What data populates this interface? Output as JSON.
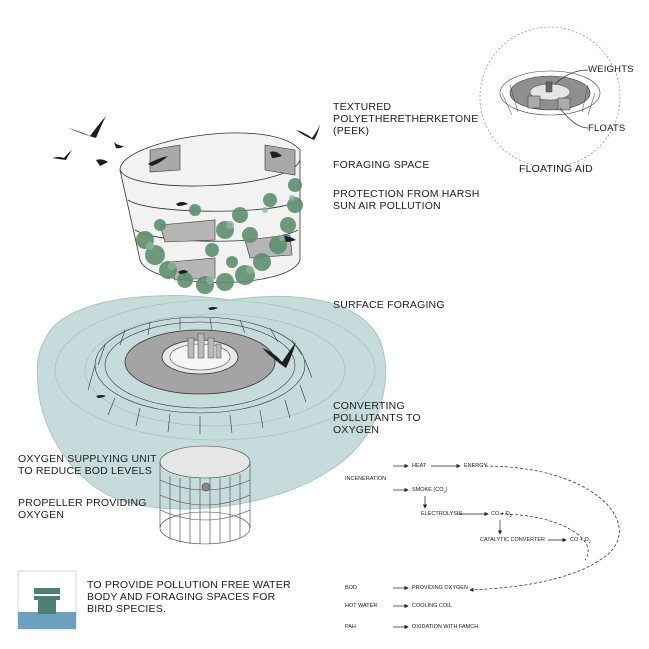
{
  "labels": {
    "peek": "TEXTURED\nPOLYETHERETHERKETONE\n(PEEK)",
    "foraging_space": "FORAGING SPACE",
    "protection": "PROTECTION FROM HARSH\nSUN AIR POLLUTION",
    "surface_foraging": "SURFACE FORAGING",
    "converting": "CONVERTING\nPOLLUTANTS TO\nOXYGEN",
    "oxygen_unit": "OXYGEN SUPPLYING UNIT\nTO REDUCE BOD LEVELS",
    "propeller": "PROPELLER PROVIDING\nOXYGEN",
    "summary": "TO PROVIDE POLLUTION FREE WATER\nBODY AND FORAGING SPACES FOR\nBIRD SPECIES.",
    "weights": "WEIGHTS",
    "floats": "FLOATS",
    "floating_aid": "FLOATING AID"
  },
  "flow": {
    "incineration": "INCENERATION",
    "heat": "HEAT",
    "energy": "ENERGY",
    "smoke": "SMOKE (CO",
    "smoke_sub": "2",
    "smoke_end": ")",
    "electrolysis": "ELECTROLYSIS",
    "co_o2": "CO + O",
    "co_o2_sub": "2",
    "catalytic": "CATALYTIC CONVERTER",
    "co_o2_b": "CO + O",
    "co_o2_b_sub": "2",
    "bod": "BOD",
    "providing_oxygen": "PROVIDING OXYGEN",
    "hot_water": "HOT WATER",
    "cooling_coil": "COOLING COIL",
    "pah": "PAH",
    "oxidation": "OXIDATION WITH FAMCH"
  },
  "colors": {
    "water": "#c6dcdc",
    "structure": "#a9a9a9",
    "structure_light": "#d4d4d4",
    "foliage": "#5f8f70",
    "bird": "#1e1e1e",
    "legend_water": "#6f9fbf",
    "legend_unit": "#4f7f72"
  }
}
